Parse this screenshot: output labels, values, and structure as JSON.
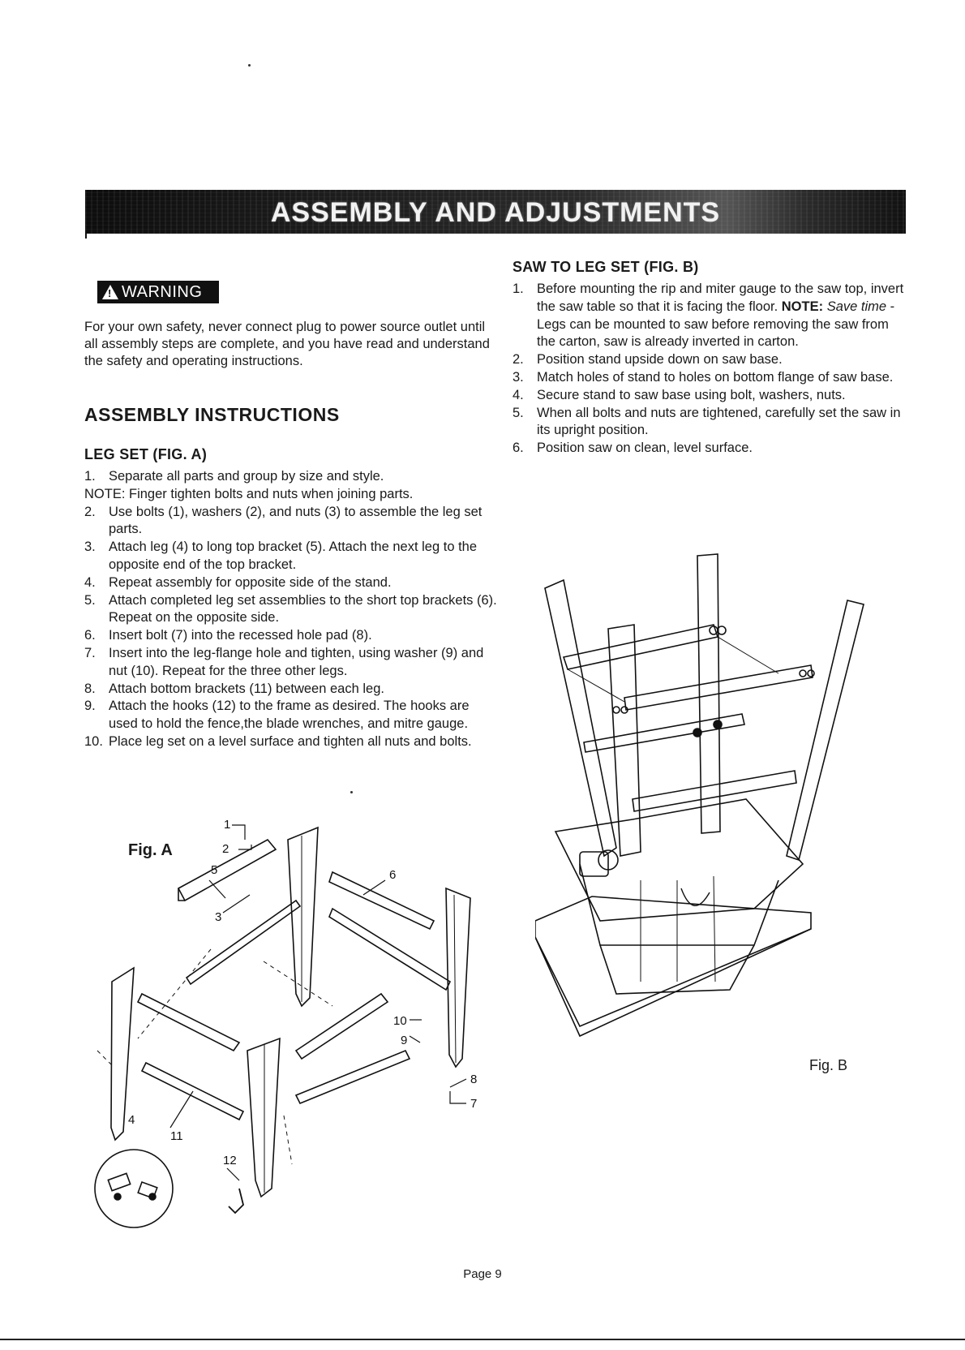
{
  "banner": {
    "title": "ASSEMBLY AND ADJUSTMENTS"
  },
  "warning": {
    "label": "WARNING",
    "text": "For your own safety, never connect plug to power source outlet until all assembly steps are complete, and you have read and understand the safety and operating instructions."
  },
  "assembly": {
    "heading": "ASSEMBLY INSTRUCTIONS",
    "leg_set": {
      "heading": "LEG SET  (FIG. A)",
      "steps": [
        {
          "num": "1.",
          "text": "Separate all parts and group by size and style."
        },
        {
          "num": "",
          "text": "NOTE: Finger tighten bolts and nuts when joining parts."
        },
        {
          "num": "2.",
          "text": "Use bolts (1), washers (2), and nuts (3) to assemble the leg set parts."
        },
        {
          "num": "3.",
          "text": "Attach leg (4) to long top bracket (5). Attach the next leg to the opposite end of the top bracket."
        },
        {
          "num": "4.",
          "text": "Repeat assembly for opposite side of the stand."
        },
        {
          "num": "5.",
          "text": "Attach completed leg set assemblies to the short top brackets (6). Repeat on the opposite side."
        },
        {
          "num": "6.",
          "text": "Insert bolt (7) into the recessed hole pad (8)."
        },
        {
          "num": "7.",
          "text": "Insert into the leg-flange hole and tighten, using washer (9) and nut (10). Repeat for the three other legs."
        },
        {
          "num": "8.",
          "text": "Attach bottom brackets (11) between each leg."
        },
        {
          "num": "9.",
          "text": "Attach the hooks (12) to the frame as desired. The hooks are used to hold the fence,the blade wrenches, and mitre gauge."
        },
        {
          "num": "10.",
          "text": "Place leg set on a level surface and tighten all nuts and bolts."
        }
      ]
    },
    "saw_to_leg": {
      "heading": "SAW TO LEG SET (FIG. B)",
      "step1_num": "1.",
      "step1_text": "Before mounting the rip and miter gauge to the saw top, invert the saw table so that it is facing the floor.",
      "step1_note_label": "NOTE:",
      "step1_note_em": "Save time",
      "step1_note_rest": " - Legs can be mounted to saw before removing the saw from the carton, saw is already inverted in carton.",
      "steps": [
        {
          "num": "2.",
          "text": "Position stand upside down on saw base."
        },
        {
          "num": "3.",
          "text": "Match holes of stand to holes on bottom flange of saw base."
        },
        {
          "num": "4.",
          "text": "Secure stand to saw base using bolt, washers, nuts."
        },
        {
          "num": "5.",
          "text": "When all bolts and nuts are tightened, carefully set the saw in its upright position."
        },
        {
          "num": "6.",
          "text": "Position saw on clean, level surface."
        }
      ]
    }
  },
  "figures": {
    "fig_a": {
      "label": "Fig. A",
      "callouts": {
        "c1": "1",
        "c2": "2",
        "c3": "3",
        "c4": "4",
        "c5": "5",
        "c6": "6",
        "c7": "7",
        "c8": "8",
        "c9": "9",
        "c10": "10",
        "c11": "11",
        "c12": "12"
      }
    },
    "fig_b": {
      "label": "Fig. B"
    }
  },
  "footer": {
    "page": "Page 9"
  }
}
